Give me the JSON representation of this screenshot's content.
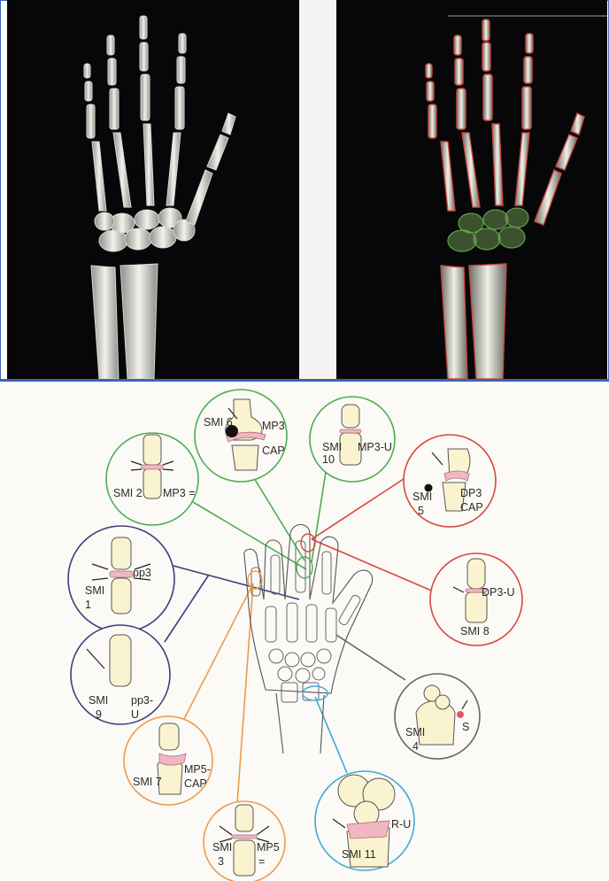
{
  "colors": {
    "frame_border": "#3a64b8",
    "xray_bg": "#07070a",
    "green": "#4aae53",
    "red": "#d9463f",
    "purple": "#3f3e7d",
    "orange": "#ee9a4d",
    "blue": "#3fa8d6",
    "gray": "#666666",
    "bone_fill": "#faf3cf",
    "highlight_pink": "#f0b7c3"
  },
  "panels": {
    "left_xray": "plain radiograph of hand and wrist",
    "right_xray": "edge-enhanced radiograph with color overlays"
  },
  "callouts": [
    {
      "id": "smi2",
      "color": "green",
      "lines": [
        "SMI 2",
        "MP3 ="
      ]
    },
    {
      "id": "smi6",
      "color": "green",
      "lines": [
        "SMI 6",
        "MP3",
        "CAP"
      ]
    },
    {
      "id": "smi10",
      "color": "green",
      "lines": [
        "SMI",
        "10",
        "MP3-U"
      ]
    },
    {
      "id": "smi5",
      "color": "red",
      "lines": [
        "SMI",
        "5",
        "DP3",
        "CAP"
      ]
    },
    {
      "id": "smi8",
      "color": "red",
      "lines": [
        "DP3-U",
        "SMI 8"
      ]
    },
    {
      "id": "smi1",
      "color": "purple",
      "lines": [
        "SMI",
        "1",
        "pp3"
      ]
    },
    {
      "id": "smi9",
      "color": "purple",
      "lines": [
        "SMI",
        "9",
        "pp3-",
        "U"
      ]
    },
    {
      "id": "smi4",
      "color": "gray",
      "lines": [
        "SMI",
        "4",
        "S"
      ]
    },
    {
      "id": "smi7",
      "color": "orange",
      "lines": [
        "SMI 7",
        "MP5-",
        "CAP"
      ]
    },
    {
      "id": "smi3",
      "color": "orange",
      "lines": [
        "SMI",
        "3",
        "MP5",
        "="
      ]
    },
    {
      "id": "smi11",
      "color": "blue",
      "lines": [
        "R-U",
        "SMI 11"
      ]
    }
  ]
}
